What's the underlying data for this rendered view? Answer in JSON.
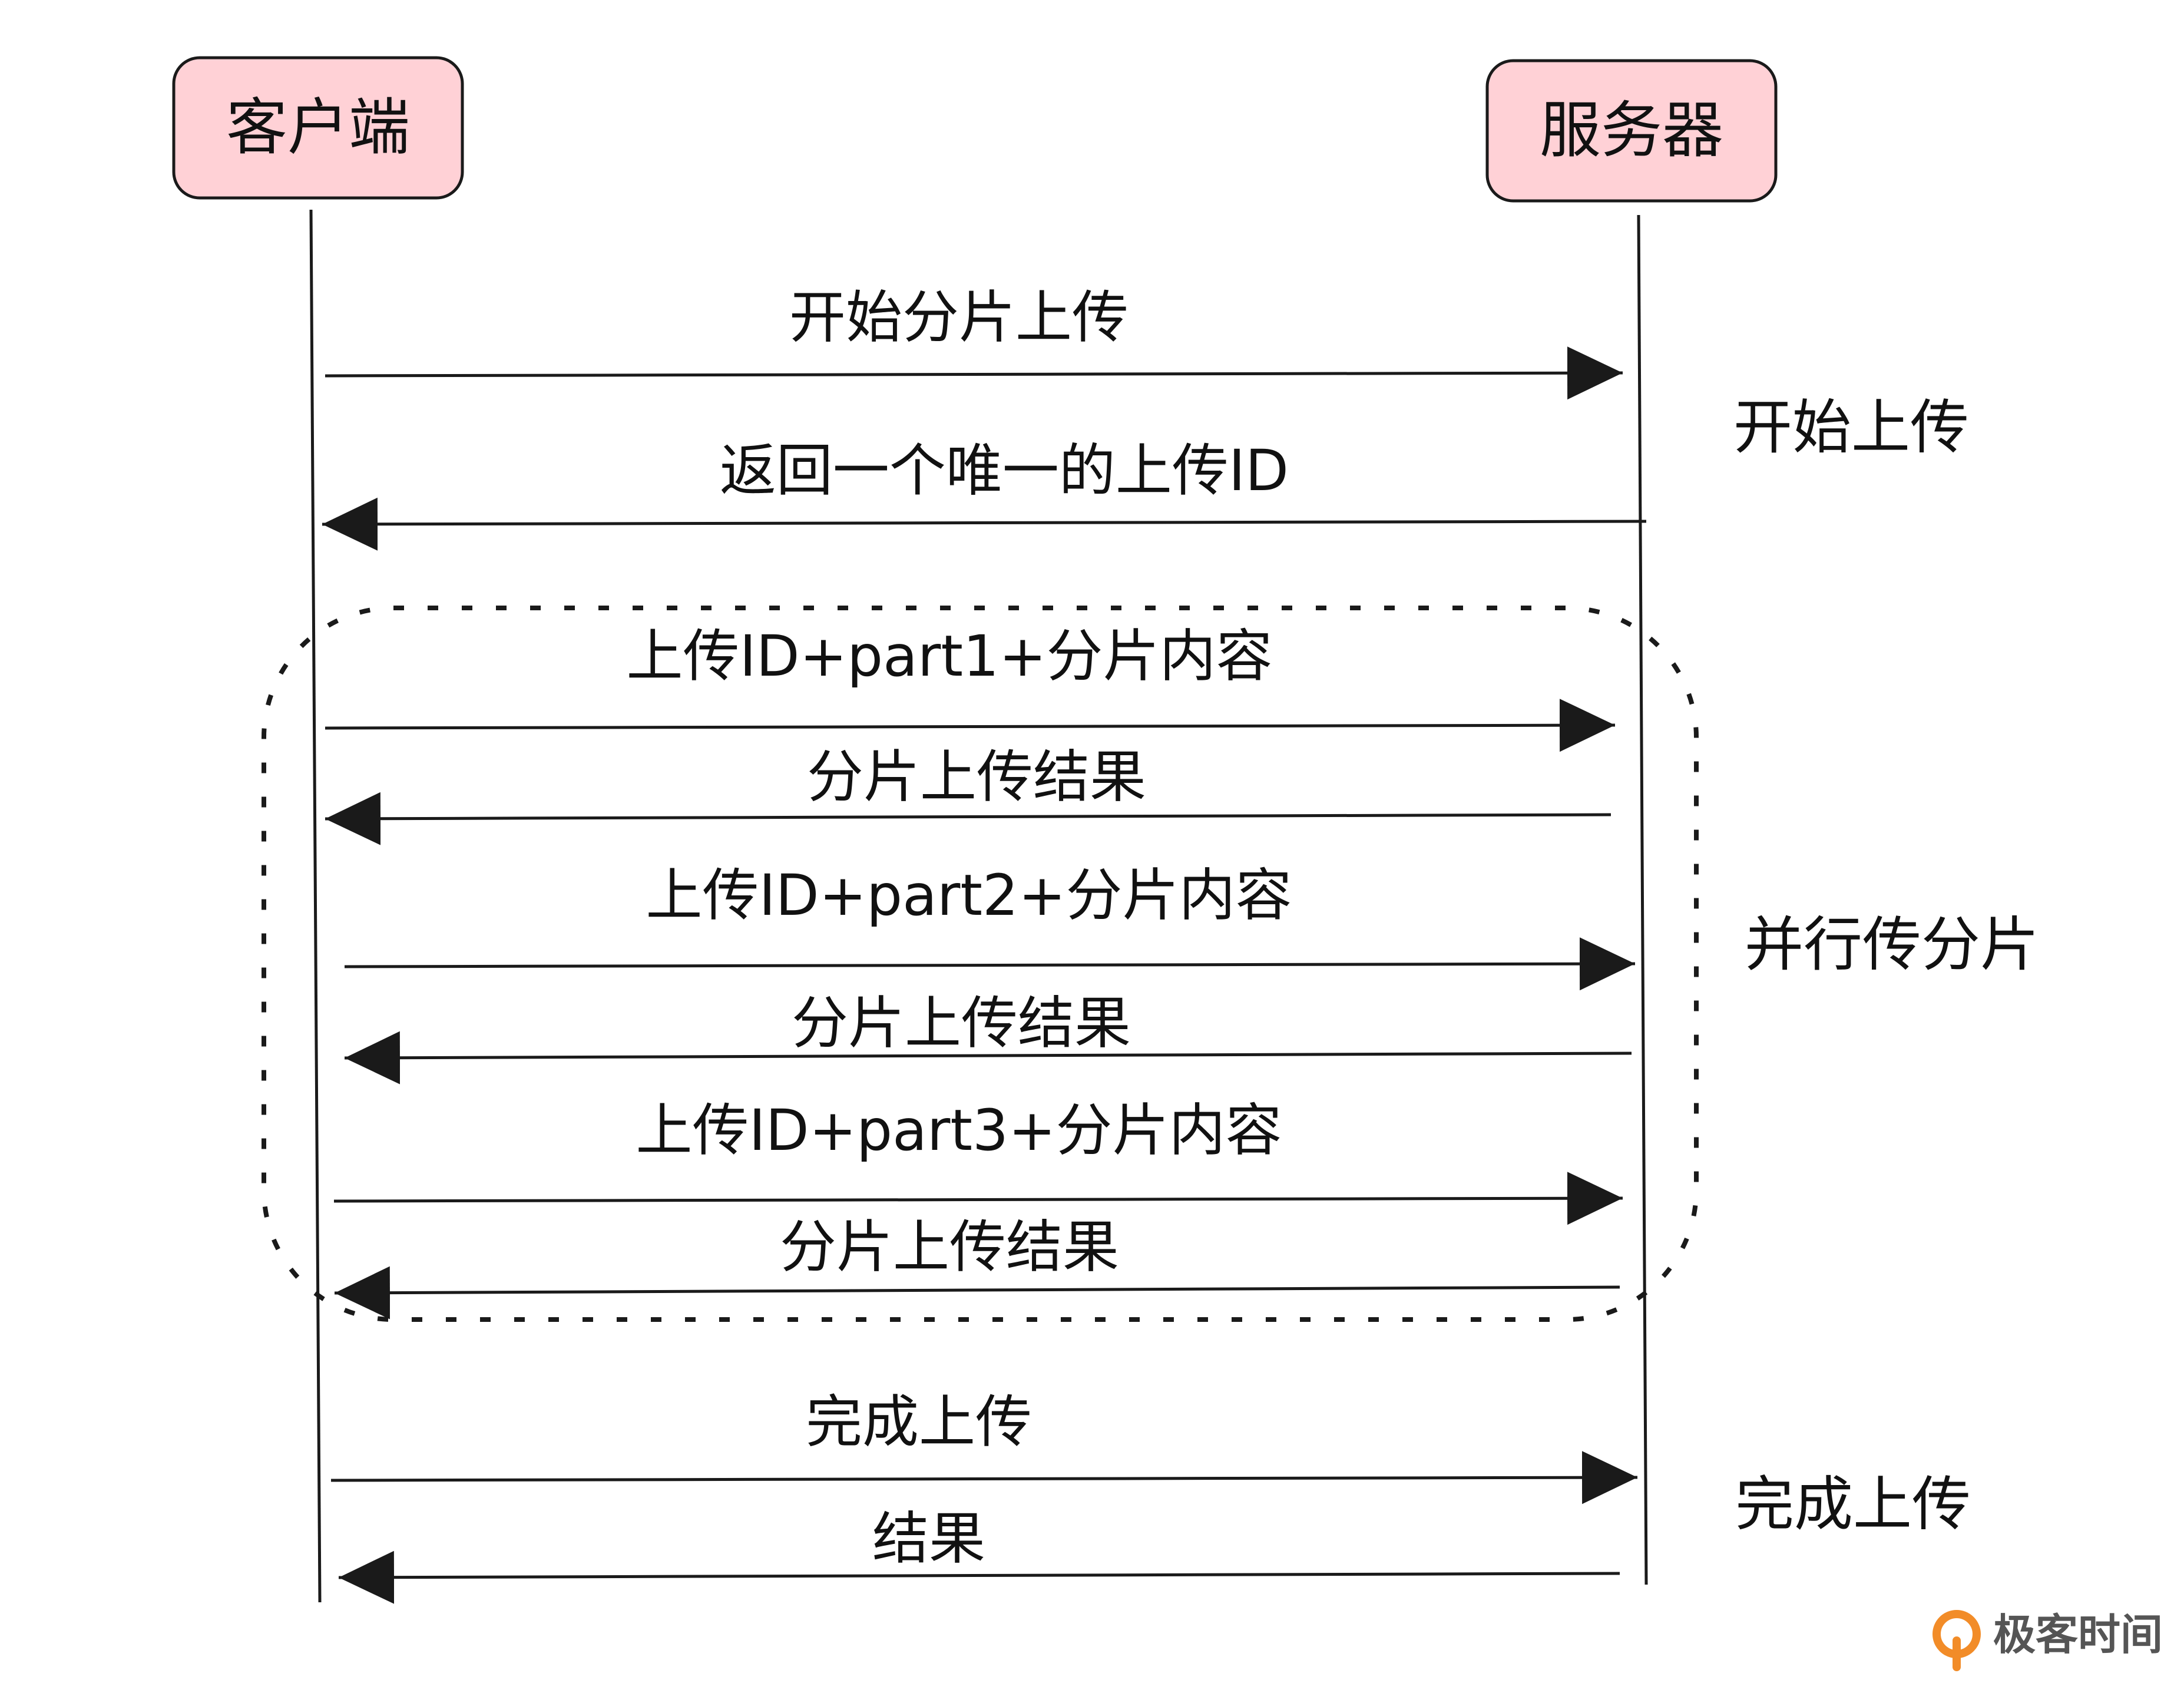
{
  "actors": {
    "client": "客户端",
    "server": "服务器",
    "fill_color": "#FFD1D6",
    "stroke_color": "#1A1A1A"
  },
  "messages": [
    {
      "id": "m1",
      "label": "开始分片上传",
      "direction": "client_to_server"
    },
    {
      "id": "m2",
      "label": "返回一个唯一的上传ID",
      "direction": "server_to_client"
    },
    {
      "id": "m3",
      "label": "上传ID+part1+分片内容",
      "direction": "client_to_server"
    },
    {
      "id": "m4",
      "label": "分片上传结果",
      "direction": "server_to_client"
    },
    {
      "id": "m5",
      "label": "上传ID+part2+分片内容",
      "direction": "client_to_server"
    },
    {
      "id": "m6",
      "label": "分片上传结果",
      "direction": "server_to_client"
    },
    {
      "id": "m7",
      "label": "上传ID+part3+分片内容",
      "direction": "client_to_server"
    },
    {
      "id": "m8",
      "label": "分片上传结果",
      "direction": "server_to_client"
    },
    {
      "id": "m9",
      "label": "完成上传",
      "direction": "client_to_server"
    },
    {
      "id": "m10",
      "label": "结果",
      "direction": "server_to_client"
    }
  ],
  "phases": {
    "start": "开始上传",
    "parallel": "并行传分片",
    "complete": "完成上传"
  },
  "watermark": {
    "text": "极客时间",
    "logo_color": "#F28C28"
  }
}
